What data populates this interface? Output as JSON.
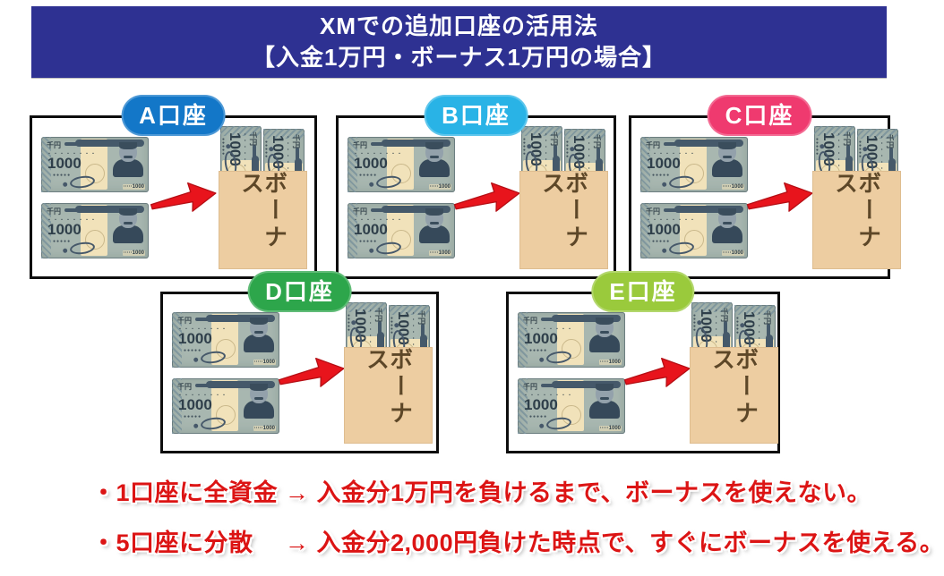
{
  "banner": {
    "title_line1": "XMでの追加口座の活用法",
    "title_line2": "【入金1万円・ボーナス1万円の場合】"
  },
  "accounts": [
    {
      "id": "A",
      "label": "A口座",
      "color": "#1377c8"
    },
    {
      "id": "B",
      "label": "B口座",
      "color": "#29b3e6"
    },
    {
      "id": "C",
      "label": "C口座",
      "color": "#ef3a6f"
    },
    {
      "id": "D",
      "label": "D口座",
      "color": "#2da64b"
    },
    {
      "id": "E",
      "label": "E口座",
      "color": "#9aca3c"
    }
  ],
  "bill": {
    "kanji_top": "千円",
    "dots": "・・・・・・・・",
    "value": "1000",
    "micro": "●●●●●",
    "serial": "·····1000"
  },
  "bonus": {
    "label": "ボーナス"
  },
  "footnotes": [
    "・1口座に全資金 → 入金分1万円を負けるまで、ボーナスを使えない。",
    "・5口座に分散　 → 入金分2,000円負けた時点で、すぐにボーナスを使える。"
  ],
  "colors": {
    "banner_bg": "#2e3192",
    "arrow_red": "#e8141c",
    "envelope_tan": "#edcda1",
    "note_red": "#dc1414",
    "bill_body": "#a8b7b0",
    "bill_band": "#f1e2ba",
    "bonus_text": "#5d4728"
  }
}
